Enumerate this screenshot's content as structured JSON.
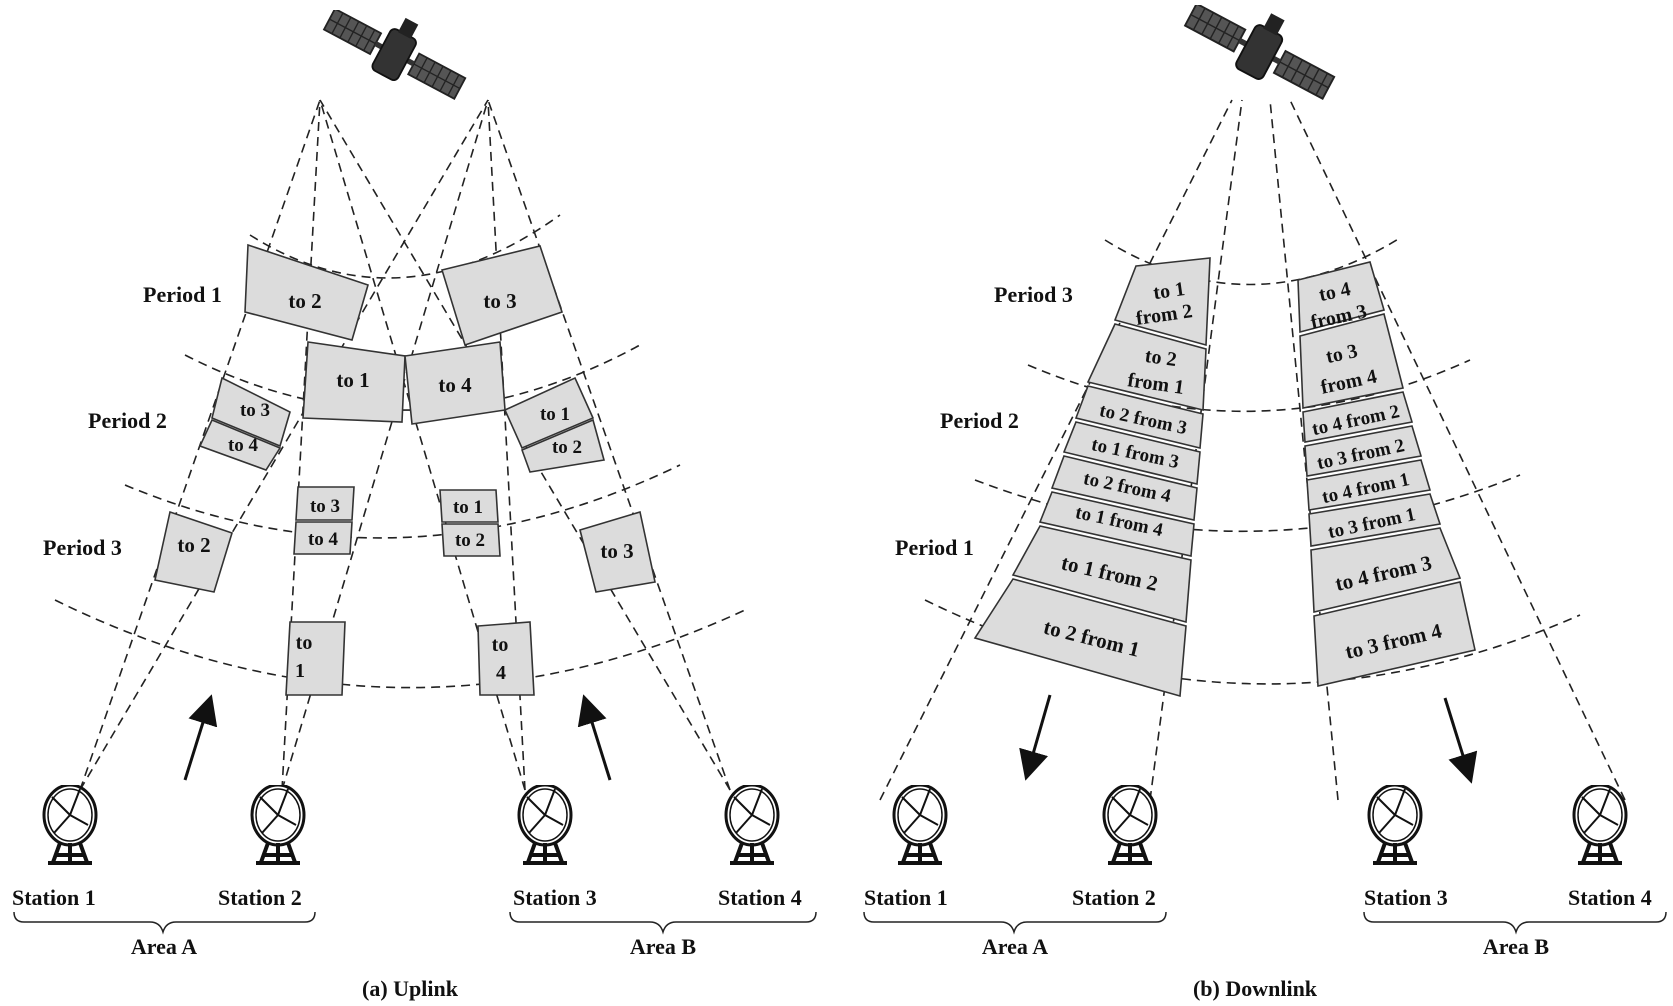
{
  "uplink": {
    "caption": "(a) Uplink",
    "periods": [
      "Period 1",
      "Period 2",
      "Period 3"
    ],
    "stations": [
      "Station 1",
      "Station 2",
      "Station 3",
      "Station 4"
    ],
    "areas": [
      "Area A",
      "Area B"
    ],
    "packets": {
      "s1_p1": "to 2",
      "s1_p2a": "to 3",
      "s1_p2b": "to 4",
      "s1_p3": "to 2",
      "s2_p1": "to 1",
      "s2_p2a": "to 3",
      "s2_p2b": "to 4",
      "s2_p3a": "to",
      "s2_p3b": "1",
      "s3_p1": "to 4",
      "s3_p2a": "to 1",
      "s3_p2b": "to 2",
      "s3_p3a": "to",
      "s3_p3b": "4",
      "s4_p1": "to 3",
      "s4_p2a": "to 1",
      "s4_p2b": "to 2",
      "s4_p3": "to 3"
    }
  },
  "downlink": {
    "caption": "(b) Downlink",
    "periods": [
      "Period 3",
      "Period 2",
      "Period 1"
    ],
    "stations": [
      "Station 1",
      "Station 2",
      "Station 3",
      "Station 4"
    ],
    "areas": [
      "Area A",
      "Area B"
    ],
    "beamA": [
      [
        "to 1",
        "from 2"
      ],
      [
        "to 2",
        "from 1"
      ],
      [
        "to 2 from 3"
      ],
      [
        "to 1 from 3"
      ],
      [
        "to 2 from 4"
      ],
      [
        "to 1 from 4"
      ],
      [
        "to 1 from 2"
      ],
      [
        "to 2 from 1"
      ]
    ],
    "beamB": [
      [
        "to 4",
        "from 3"
      ],
      [
        "to 3",
        "from 4"
      ],
      [
        "to 4 from 2"
      ],
      [
        "to 3 from 2"
      ],
      [
        "to 4 from 1"
      ],
      [
        "to 3 from 1"
      ],
      [
        "to 4 from 3"
      ],
      [
        "to 3 from 4"
      ]
    ]
  }
}
